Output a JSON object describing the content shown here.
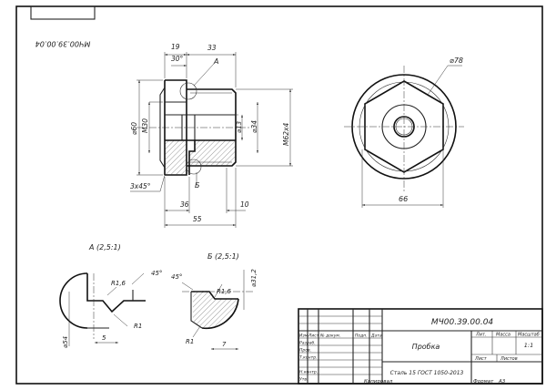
{
  "drawing": {
    "designation_rotated": "МЧ00.39.00.04",
    "part_name": "Пробка",
    "material": "Сталь 15 ГОСТ 1050-2013",
    "scale_value": "1:1",
    "format_label": "Формат",
    "format_value": "А3",
    "copied_label": "Копировал"
  },
  "title_block": {
    "designation": "МЧ00.39.00.04",
    "col_headers": [
      "Изм",
      "Лист",
      "№ докум.",
      "Подп.",
      "Дата"
    ],
    "row_labels": [
      "Разраб.",
      "Пров.",
      "Т.контр.",
      "Н.контр.",
      "Утв."
    ],
    "lit_label": "Лит.",
    "mass_label": "Масса",
    "scale_label": "Масштаб",
    "sheet_label": "Лист",
    "sheets_label": "Листов"
  },
  "dimensions": {
    "d19": "19",
    "d33": "33",
    "a30": "30°",
    "viewA": "А",
    "d60": "⌀60",
    "m30": "М30",
    "d13": "⌀13",
    "d34": "⌀34",
    "m62": "М62x4",
    "c3x45": "3x45°",
    "viewB": "Б",
    "d36": "36",
    "d10": "10",
    "d55": "55",
    "d78": "⌀78",
    "d66": "66"
  },
  "detail_a": {
    "title": "А (2,5:1)",
    "r16": "R1,6",
    "a45": "45°",
    "r1": "R1",
    "d54": "⌀54",
    "d5": "5"
  },
  "detail_b": {
    "title": "Б (2,5:1)",
    "a45": "45°",
    "r16": "R1,6",
    "d312": "⌀31,2",
    "r1": "R1",
    "d7": "7"
  },
  "colors": {
    "line": "#222222",
    "paper": "#ffffff"
  }
}
